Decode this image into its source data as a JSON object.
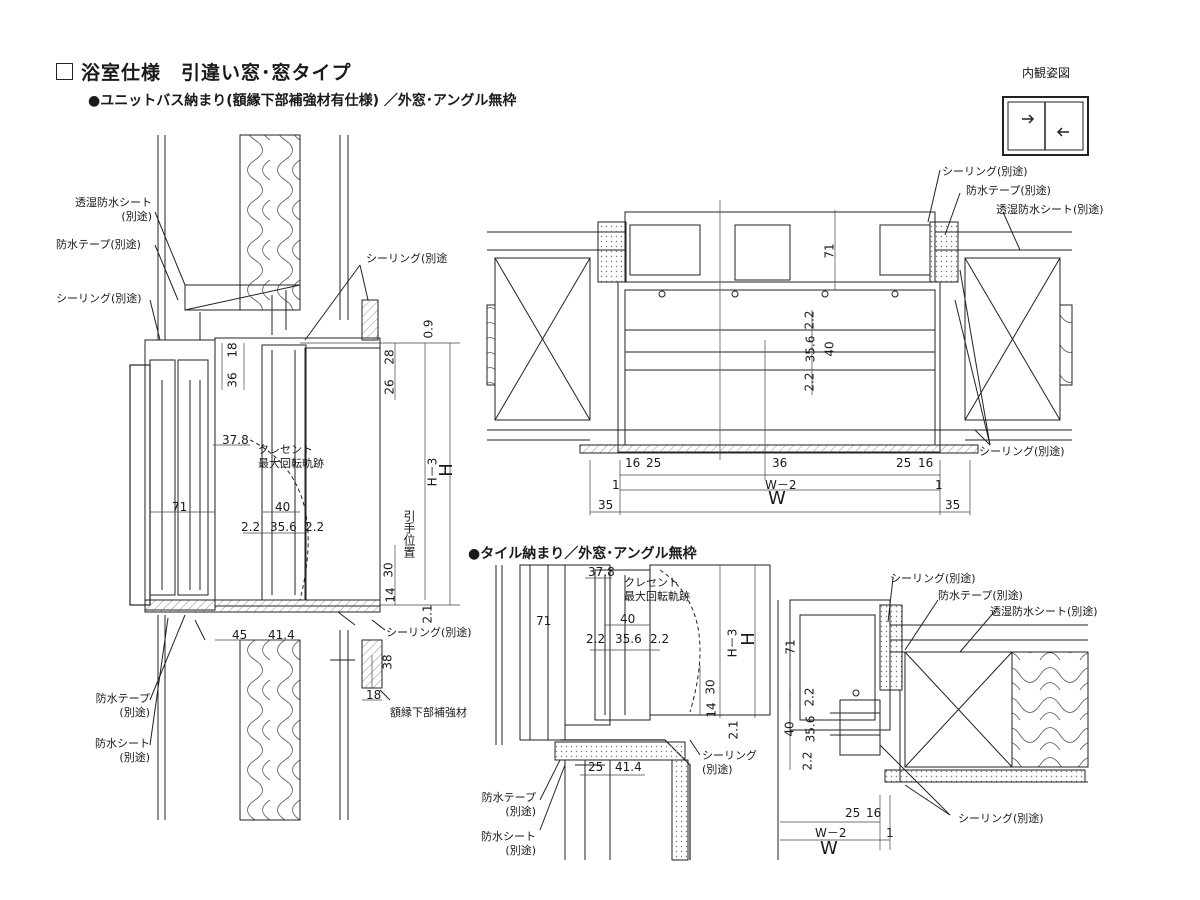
{
  "title": "浴室仕様　引違い窓･窓タイプ",
  "section1": "●ユニットバス納まり(額縁下部補強材有仕様) ／外窓･アングル無枠",
  "section2": "●タイル納まり／外窓･アングル無枠",
  "inset_title": "内観姿図",
  "labels": {
    "vapor_sheet_1": "透湿防水シート",
    "vapor_sheet_2": "(別途)",
    "tape_a1": "防水テープ(別途)",
    "seal_a1": "シーリング(別途)",
    "seal_a2": "シーリング(別途",
    "crescent_1": "クレセント",
    "crescent_2": "最大回転軌跡",
    "seal_a3": "シーリング(別途)",
    "reinforce": "額縁下部補強材",
    "tape_b1": "防水テープ",
    "tape_b2": "(別途)",
    "sheet_b1": "防水シート",
    "sheet_b2": "(別途)",
    "handle_pos": "引手位置",
    "plan_seal_top": "シーリング(別途)",
    "plan_tape_top": "防水テープ(別途)",
    "plan_vapor_top": "透湿防水シート(別途)",
    "plan_seal_bottom": "シーリング(別途)",
    "tile_crescent_1": "クレセント",
    "tile_crescent_2": "最大回転軌跡",
    "tile_seal_1": "シーリング",
    "tile_seal_2": "(別途)",
    "tile_tape_1": "防水テープ",
    "tile_tape_2": "(別途)",
    "tile_sheet_1": "防水シート",
    "tile_sheet_2": "(別途)",
    "tplan_seal": "シーリング(別途)",
    "tplan_tape": "防水テープ(別途)",
    "tplan_vapor": "透湿防水シート(別途)",
    "tplan_seal_bottom": "シーリング(別途)"
  },
  "dims": {
    "v09": "0.9",
    "v28": "28",
    "v26": "26",
    "v18a": "18",
    "v36a": "36",
    "v378": "37.8",
    "v71": "71",
    "v22a": "2.2",
    "v356": "35.6",
    "v22b": "2.2",
    "v40": "40",
    "v30": "30",
    "v14": "14",
    "v21": "2.1",
    "v45": "45",
    "v414": "41.4",
    "v38": "38",
    "v18b": "18",
    "vH3": "H－3",
    "vH": "H",
    "p71": "71",
    "p22a": "2.2",
    "p356": "35.6",
    "p40": "40",
    "p22b": "2.2",
    "p16a": "16",
    "p25a": "25",
    "p36": "36",
    "p25b": "25",
    "p16b": "16",
    "p1a": "1",
    "pW2": "W－2",
    "p1b": "1",
    "p35a": "35",
    "pW": "W",
    "p35b": "35",
    "t378": "37.8",
    "t71": "71",
    "t22a": "2.2",
    "t356": "35.6",
    "t22b": "2.2",
    "t40": "40",
    "t30": "30",
    "t14": "14",
    "t21": "2.1",
    "t25": "25",
    "t414": "41.4",
    "tH3": "H－3",
    "tH": "H",
    "q71": "71",
    "q22a": "2.2",
    "q356": "35.6",
    "q40": "40",
    "q22b": "2.2",
    "q25": "25",
    "q16": "16",
    "qW2": "W－2",
    "q1": "1",
    "qW": "W"
  }
}
